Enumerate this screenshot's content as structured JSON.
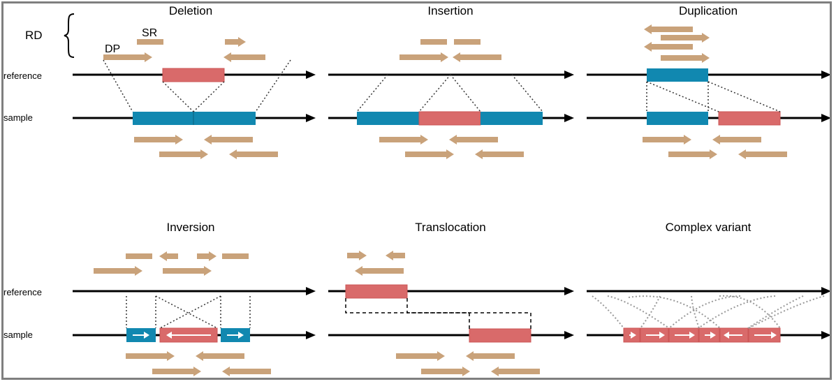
{
  "legend": {
    "rd": "RD",
    "sr": "SR",
    "dp": "DP"
  },
  "row_labels": {
    "reference": "reference",
    "sample": "sample"
  },
  "panels": {
    "deletion": "Deletion",
    "insertion": "Insertion",
    "duplication": "Duplication",
    "inversion": "Inversion",
    "translocation": "Translocation",
    "complex": "Complex variant"
  },
  "colors": {
    "read": "#c9a27a",
    "blue": "#1188b0",
    "red_fill": "#d96a6a",
    "red_outline": "#cc5555",
    "line": "#000000",
    "frame": "#7f7f7f"
  }
}
